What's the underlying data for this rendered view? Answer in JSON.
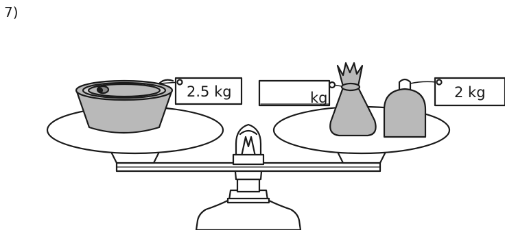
{
  "question": {
    "number": "7)"
  },
  "tags": {
    "pot": "2.5 kg",
    "sack": "kg",
    "weight": "2 kg"
  },
  "colors": {
    "stroke": "#1a1a1a",
    "fill_gray": "#b9b9b9",
    "background": "#ffffff"
  }
}
